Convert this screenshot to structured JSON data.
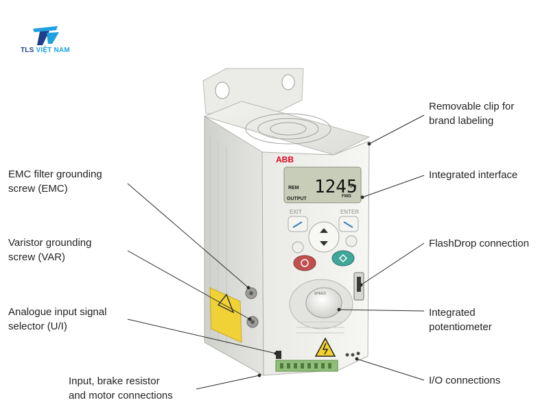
{
  "brand": {
    "logo_text_part1": "TLS ",
    "logo_text_part2": "VIỆT NAM",
    "primary_color": "#1f3f8a",
    "accent_color": "#1da1e0"
  },
  "device": {
    "brand_mark": "ABB",
    "display": {
      "value": "1245",
      "unit": "rpm",
      "mode_left": "REM",
      "output_label": "OUTPUT",
      "direction": "FWD"
    },
    "keys": {
      "exit": "EXIT",
      "enter": "ENTER",
      "stop_color": "#c0504d",
      "start_color": "#3fa89b"
    },
    "speed_label": "SPEED"
  },
  "labels": {
    "emc": [
      "EMC filter grounding",
      "screw (EMC)"
    ],
    "var": [
      "Varistor grounding",
      "screw (VAR)"
    ],
    "analogue": [
      "Analogue input signal",
      "selector (U/I)"
    ],
    "input": [
      "Input, brake resistor",
      "and motor connections"
    ],
    "clip": [
      "Removable clip for",
      "brand labeling"
    ],
    "interface": [
      "Integrated interface"
    ],
    "flashdrop": [
      "FlashDrop connection"
    ],
    "potentiometer": [
      "Integrated",
      "potentiometer"
    ],
    "io": [
      "I/O connections"
    ]
  }
}
